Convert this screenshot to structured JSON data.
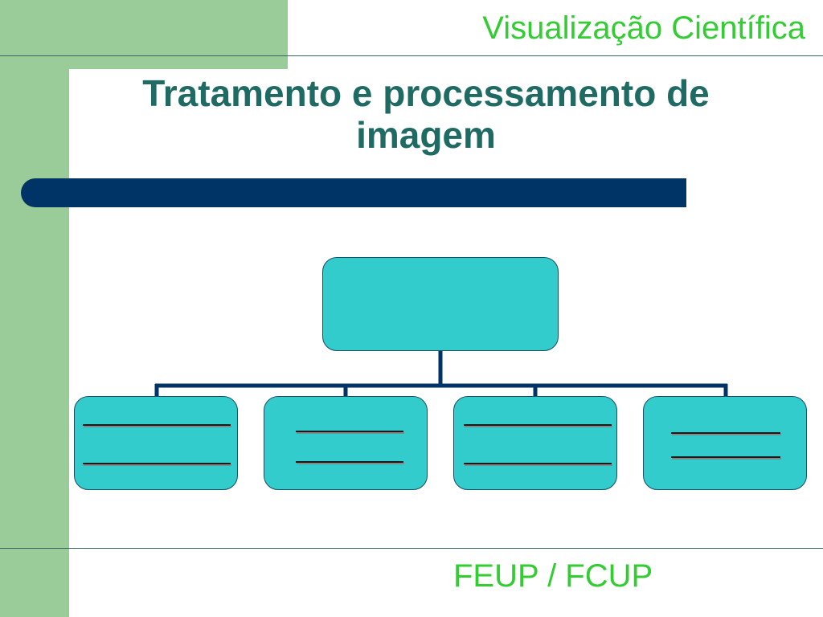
{
  "header": {
    "course_title": "Visualização Científica"
  },
  "slide": {
    "title": "Tratamento e processamento de imagem"
  },
  "footer": {
    "label": "FEUP / FCUP"
  },
  "colors": {
    "accent_green": "#33cc33",
    "strip_green": "#99cc99",
    "title_teal": "#1f6b63",
    "bar_navy": "#003366",
    "node_fill": "#33cccc",
    "connector": "#003366"
  },
  "org_chart": {
    "root": {
      "label": ""
    },
    "children": [
      {
        "label_top": "",
        "label_bottom": ""
      },
      {
        "label_top": "",
        "label_bottom": ""
      },
      {
        "label_top": "",
        "label_bottom": ""
      },
      {
        "label_top": "",
        "label_bottom": ""
      }
    ]
  }
}
